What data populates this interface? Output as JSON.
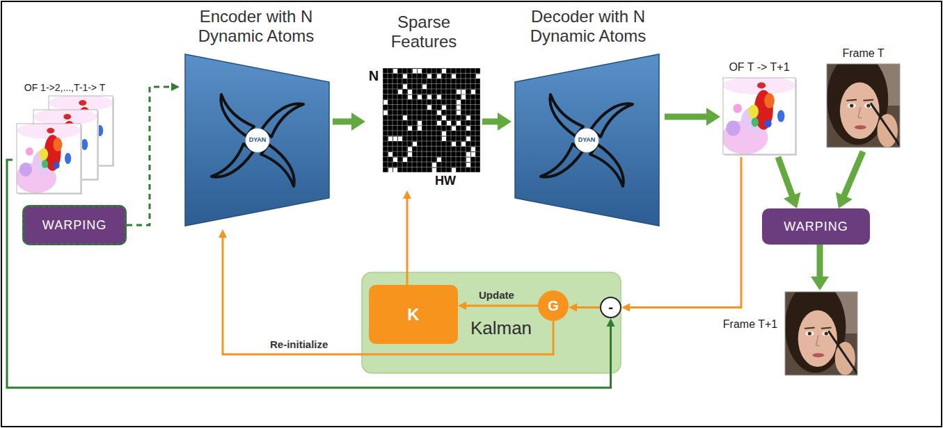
{
  "diagram": {
    "nodes": [
      {
        "text": [
          "OF 1->2,...,T-1-> T"
        ]
      },
      {
        "text": [
          "WARPING"
        ]
      },
      {
        "text": [
          "Encoder with N Dynamic Atoms",
          "DYAN"
        ]
      },
      {
        "text": [
          "Sparse Features",
          "N",
          "HW"
        ]
      },
      {
        "text": [
          "Decoder with N Dynamic Atoms",
          "DYAN"
        ]
      },
      {
        "text": [
          "OF T -> T+1"
        ]
      },
      {
        "text": [
          "Frame T"
        ]
      },
      {
        "text": [
          "WARPING"
        ]
      },
      {
        "text": [
          "Frame T+1"
        ]
      },
      {
        "text": [
          "Kalman"
        ]
      },
      {
        "text": [
          "K"
        ],
        "in": 9
      },
      {
        "text": [
          "G"
        ],
        "in": 9
      },
      {
        "text": [
          "-"
        ],
        "in": 9
      }
    ],
    "edges": [
      {
        "from": 0,
        "to": 12,
        "arrow": "to"
      },
      {
        "from": 1,
        "to": 2,
        "arrow": "to"
      },
      {
        "from": 2,
        "to": 3,
        "arrow": "to"
      },
      {
        "from": 3,
        "to": 4,
        "arrow": "to"
      },
      {
        "from": 4,
        "to": 5,
        "arrow": "to"
      },
      {
        "from": 5,
        "to": 7,
        "arrow": "to"
      },
      {
        "from": 6,
        "to": 7,
        "arrow": "to"
      },
      {
        "from": 7,
        "to": 8,
        "arrow": "to"
      },
      {
        "from": 5,
        "to": 12,
        "arrow": "to"
      },
      {
        "from": 12,
        "to": 11,
        "arrow": "to"
      },
      {
        "from": 11,
        "to": 10,
        "label": "Update",
        "arrow": "to"
      },
      {
        "from": 10,
        "to": 3,
        "arrow": "to"
      },
      {
        "from": 11,
        "to": 2,
        "label": "Re-initialize",
        "arrow": "to"
      }
    ]
  }
}
